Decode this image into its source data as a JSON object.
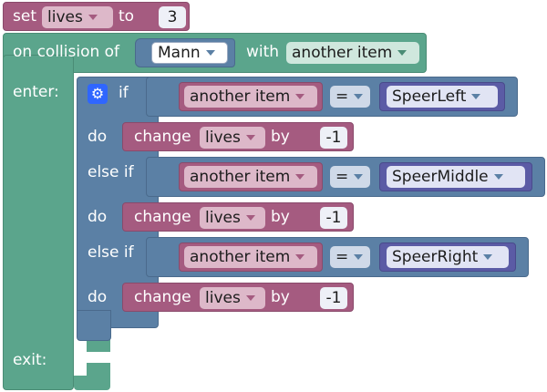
{
  "set_block": {
    "label_set": "set",
    "variable": "lives",
    "label_to": "to",
    "value": "3"
  },
  "event_block": {
    "label_on_collision": "on collision of",
    "subject": "Mann",
    "label_with": "with",
    "object": "another item",
    "label_enter": "enter:",
    "label_exit": "exit:"
  },
  "if_block": {
    "gear_icon": "gear-icon",
    "branches": [
      {
        "keyword": "if",
        "left": "another item",
        "operator": "=",
        "right": "SpeerLeft",
        "do_label": "do",
        "action": "change",
        "variable": "lives",
        "by_label": "by",
        "amount": "-1"
      },
      {
        "keyword": "else if",
        "left": "another item",
        "operator": "=",
        "right": "SpeerMiddle",
        "do_label": "do",
        "action": "change",
        "variable": "lives",
        "by_label": "by",
        "amount": "-1"
      },
      {
        "keyword": "else if",
        "left": "another item",
        "operator": "=",
        "right": "SpeerRight",
        "do_label": "do",
        "action": "change",
        "variable": "lives",
        "by_label": "by",
        "amount": "-1"
      }
    ]
  },
  "colors": {
    "pink": "#a55b80",
    "green": "#5ba58c",
    "blue": "#5b80a5",
    "indigo": "#5b5ba5",
    "gear": "#2f66ff"
  }
}
